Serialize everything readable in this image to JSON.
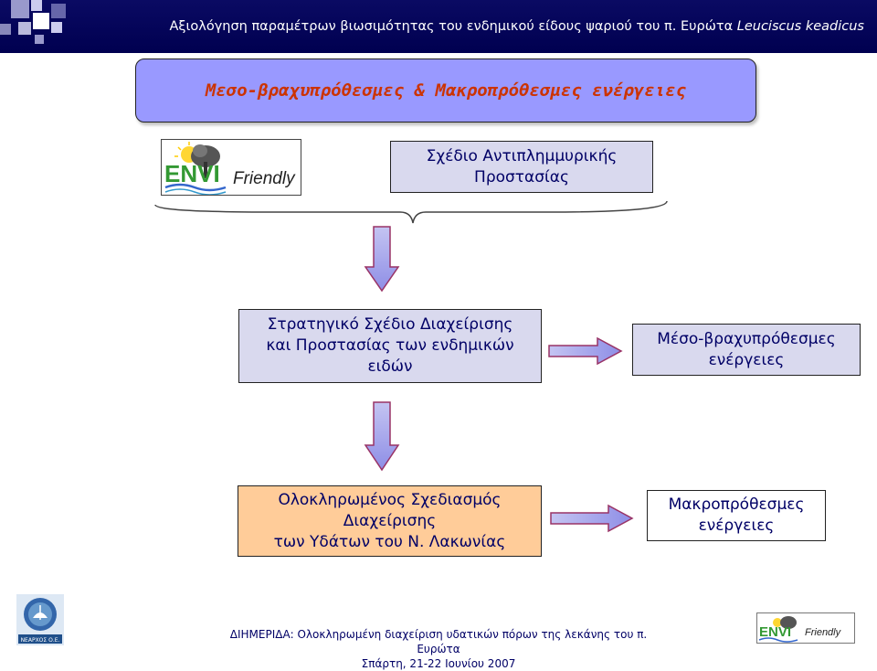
{
  "header": {
    "title": "Αξιολόγηση παραμέτρων βιωσιμότητας του ενδημικού είδους ψαριού του π. Ευρώτα",
    "title_italic": "Leuciscus keadicus"
  },
  "heading": "Μεσο-βραχυπρόθεσμες & Μακροπρόθεσμες ενέργειες",
  "logo": {
    "envi": "ENVI",
    "friendly": "Friendly"
  },
  "boxes": {
    "flood_plan_line1": "Σχέδιο Αντιπλημμυρικής",
    "flood_plan_line2": "Προστασίας",
    "strategic_line1": "Στρατηγικό Σχέδιο Διαχείρισης",
    "strategic_line2": "και Προστασίας των ενδημικών",
    "strategic_line3": "ειδών",
    "medium_short_line1": "Μέσο-βραχυπρόθεσμες",
    "medium_short_line2": "ενέργειες",
    "integrated_line1": "Ολοκληρωμένος Σχεδιασμός",
    "integrated_line2": "Διαχείρισης",
    "integrated_line3": "των Υδάτων του Ν. Λακωνίας",
    "long_term_line1": "Μακροπρόθεσμες",
    "long_term_line2": "ενέργειες"
  },
  "footer": {
    "line1": "ΔΙΗΜΕΡΙΔΑ: Ολοκληρωμένη διαχείριση υδατικών πόρων της λεκάνης του π. Ευρώτα",
    "line2": "Σπάρτη, 21-22 Ιουνίου 2007",
    "nearchos_label": "ΝΕΑΡΧΟΣ Ο.Ε."
  },
  "colors": {
    "header_bg": "#000050",
    "heading_bg": "#9999ff",
    "heading_text": "#cc3300",
    "box_bg": "#d9d9ee",
    "box_orange": "#ffcc99",
    "text": "#000066",
    "arrow_fill": "#9999ff",
    "arrow_stroke": "#993366",
    "envi_green": "#339933",
    "envi_blue": "#3366cc"
  }
}
